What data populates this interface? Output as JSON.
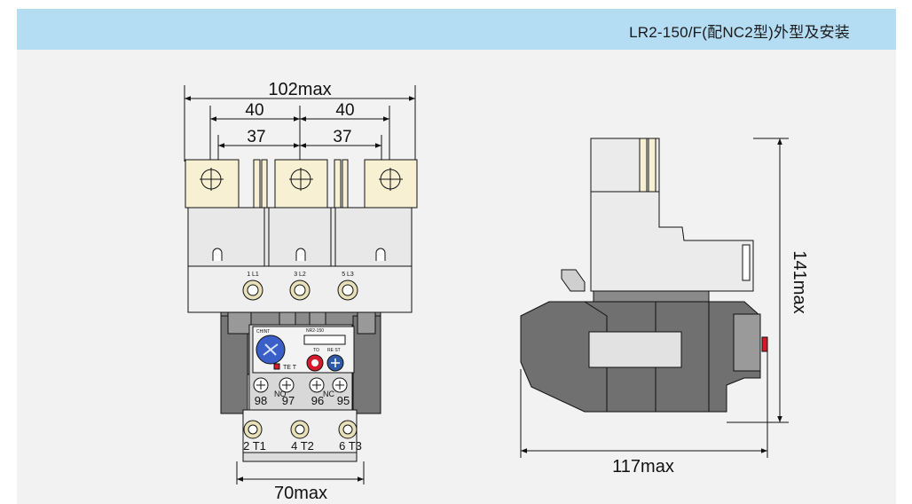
{
  "header": {
    "title": "LR2-150/F(配NC2型)外型及安装"
  },
  "front_view": {
    "dim_overall_width": "102max",
    "dim_pitch_left": "40",
    "dim_pitch_right": "40",
    "dim_inner_left": "37",
    "dim_inner_right": "37",
    "dim_bottom_width": "70max",
    "top_terminal_labels": [
      "1 L1",
      "3 L2",
      "5 L3"
    ],
    "bottom_terminal_labels": [
      "2 T1",
      "4 T2",
      "6 T3"
    ],
    "aux_contact_numbers": [
      "98",
      "97",
      "96",
      "95"
    ],
    "aux_contact_types": [
      "NO",
      "NC"
    ],
    "brand_label": "CHINT",
    "model_label": "NR2-150",
    "test_label": "TE T",
    "reset_labels": [
      "TO",
      "RE ST"
    ]
  },
  "side_view": {
    "dim_height": "141max",
    "dim_depth": "117max"
  },
  "colors": {
    "header_bg": "#b4dcf3",
    "panel_bg": "#f2f2f2",
    "terminal_cream": "#f7f0d2",
    "housing_light": "#e6e6e6",
    "housing_dark": "#6b6b6b",
    "knob_blue": "#3a5fc8",
    "button_red": "#d6192b"
  }
}
